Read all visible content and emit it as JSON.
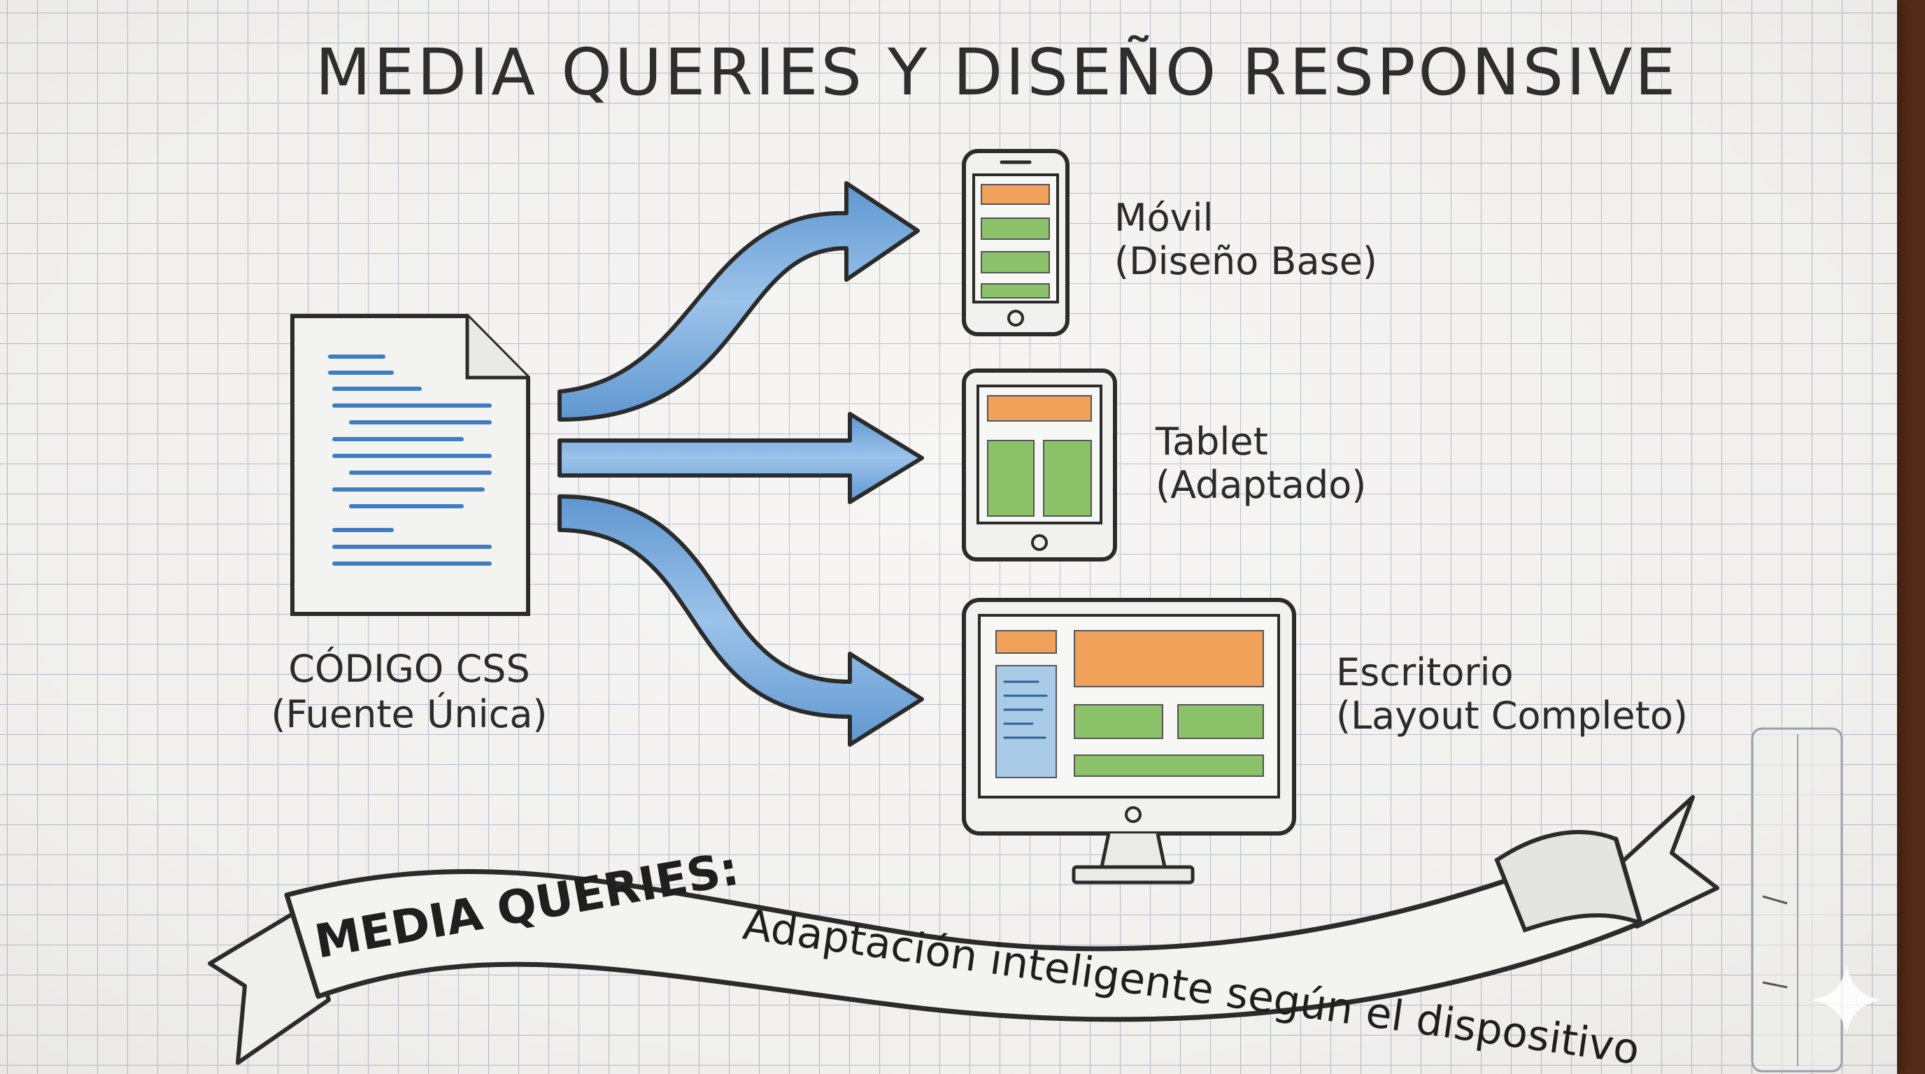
{
  "title": "MEDIA QUERIES Y DISEÑO RESPONSIVE",
  "source": {
    "label_line1": "CÓDIGO CSS",
    "label_line2": "(Fuente Única)"
  },
  "devices": [
    {
      "name": "Móvil",
      "detail": "(Diseño Base)"
    },
    {
      "name": "Tablet",
      "detail": "(Adaptado)"
    },
    {
      "name": "Escritorio",
      "detail": "(Layout Completo)"
    }
  ],
  "banner": {
    "bold": "MEDIA QUERIES:",
    "text": "Adaptación inteligente según el dispositivo"
  },
  "colors": {
    "arrow_blue": "#7fb0e0",
    "header_orange": "#f0a25a",
    "content_green": "#8cc26a",
    "sidebar_blue": "#a9cbe8",
    "ink": "#2b2b2b"
  }
}
